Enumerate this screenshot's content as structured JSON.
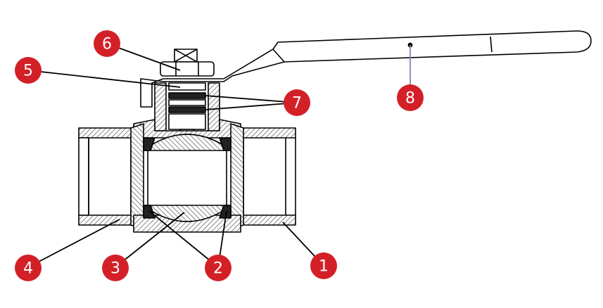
{
  "diagram": {
    "callout_color": "#d32027",
    "line_color": "#000000",
    "hatch_color": "#555555",
    "callouts": [
      {
        "id": "1",
        "label": "1"
      },
      {
        "id": "2",
        "label": "2"
      },
      {
        "id": "3",
        "label": "3"
      },
      {
        "id": "4",
        "label": "4"
      },
      {
        "id": "5",
        "label": "5"
      },
      {
        "id": "6",
        "label": "6"
      },
      {
        "id": "7",
        "label": "7"
      },
      {
        "id": "8",
        "label": "8"
      }
    ]
  }
}
